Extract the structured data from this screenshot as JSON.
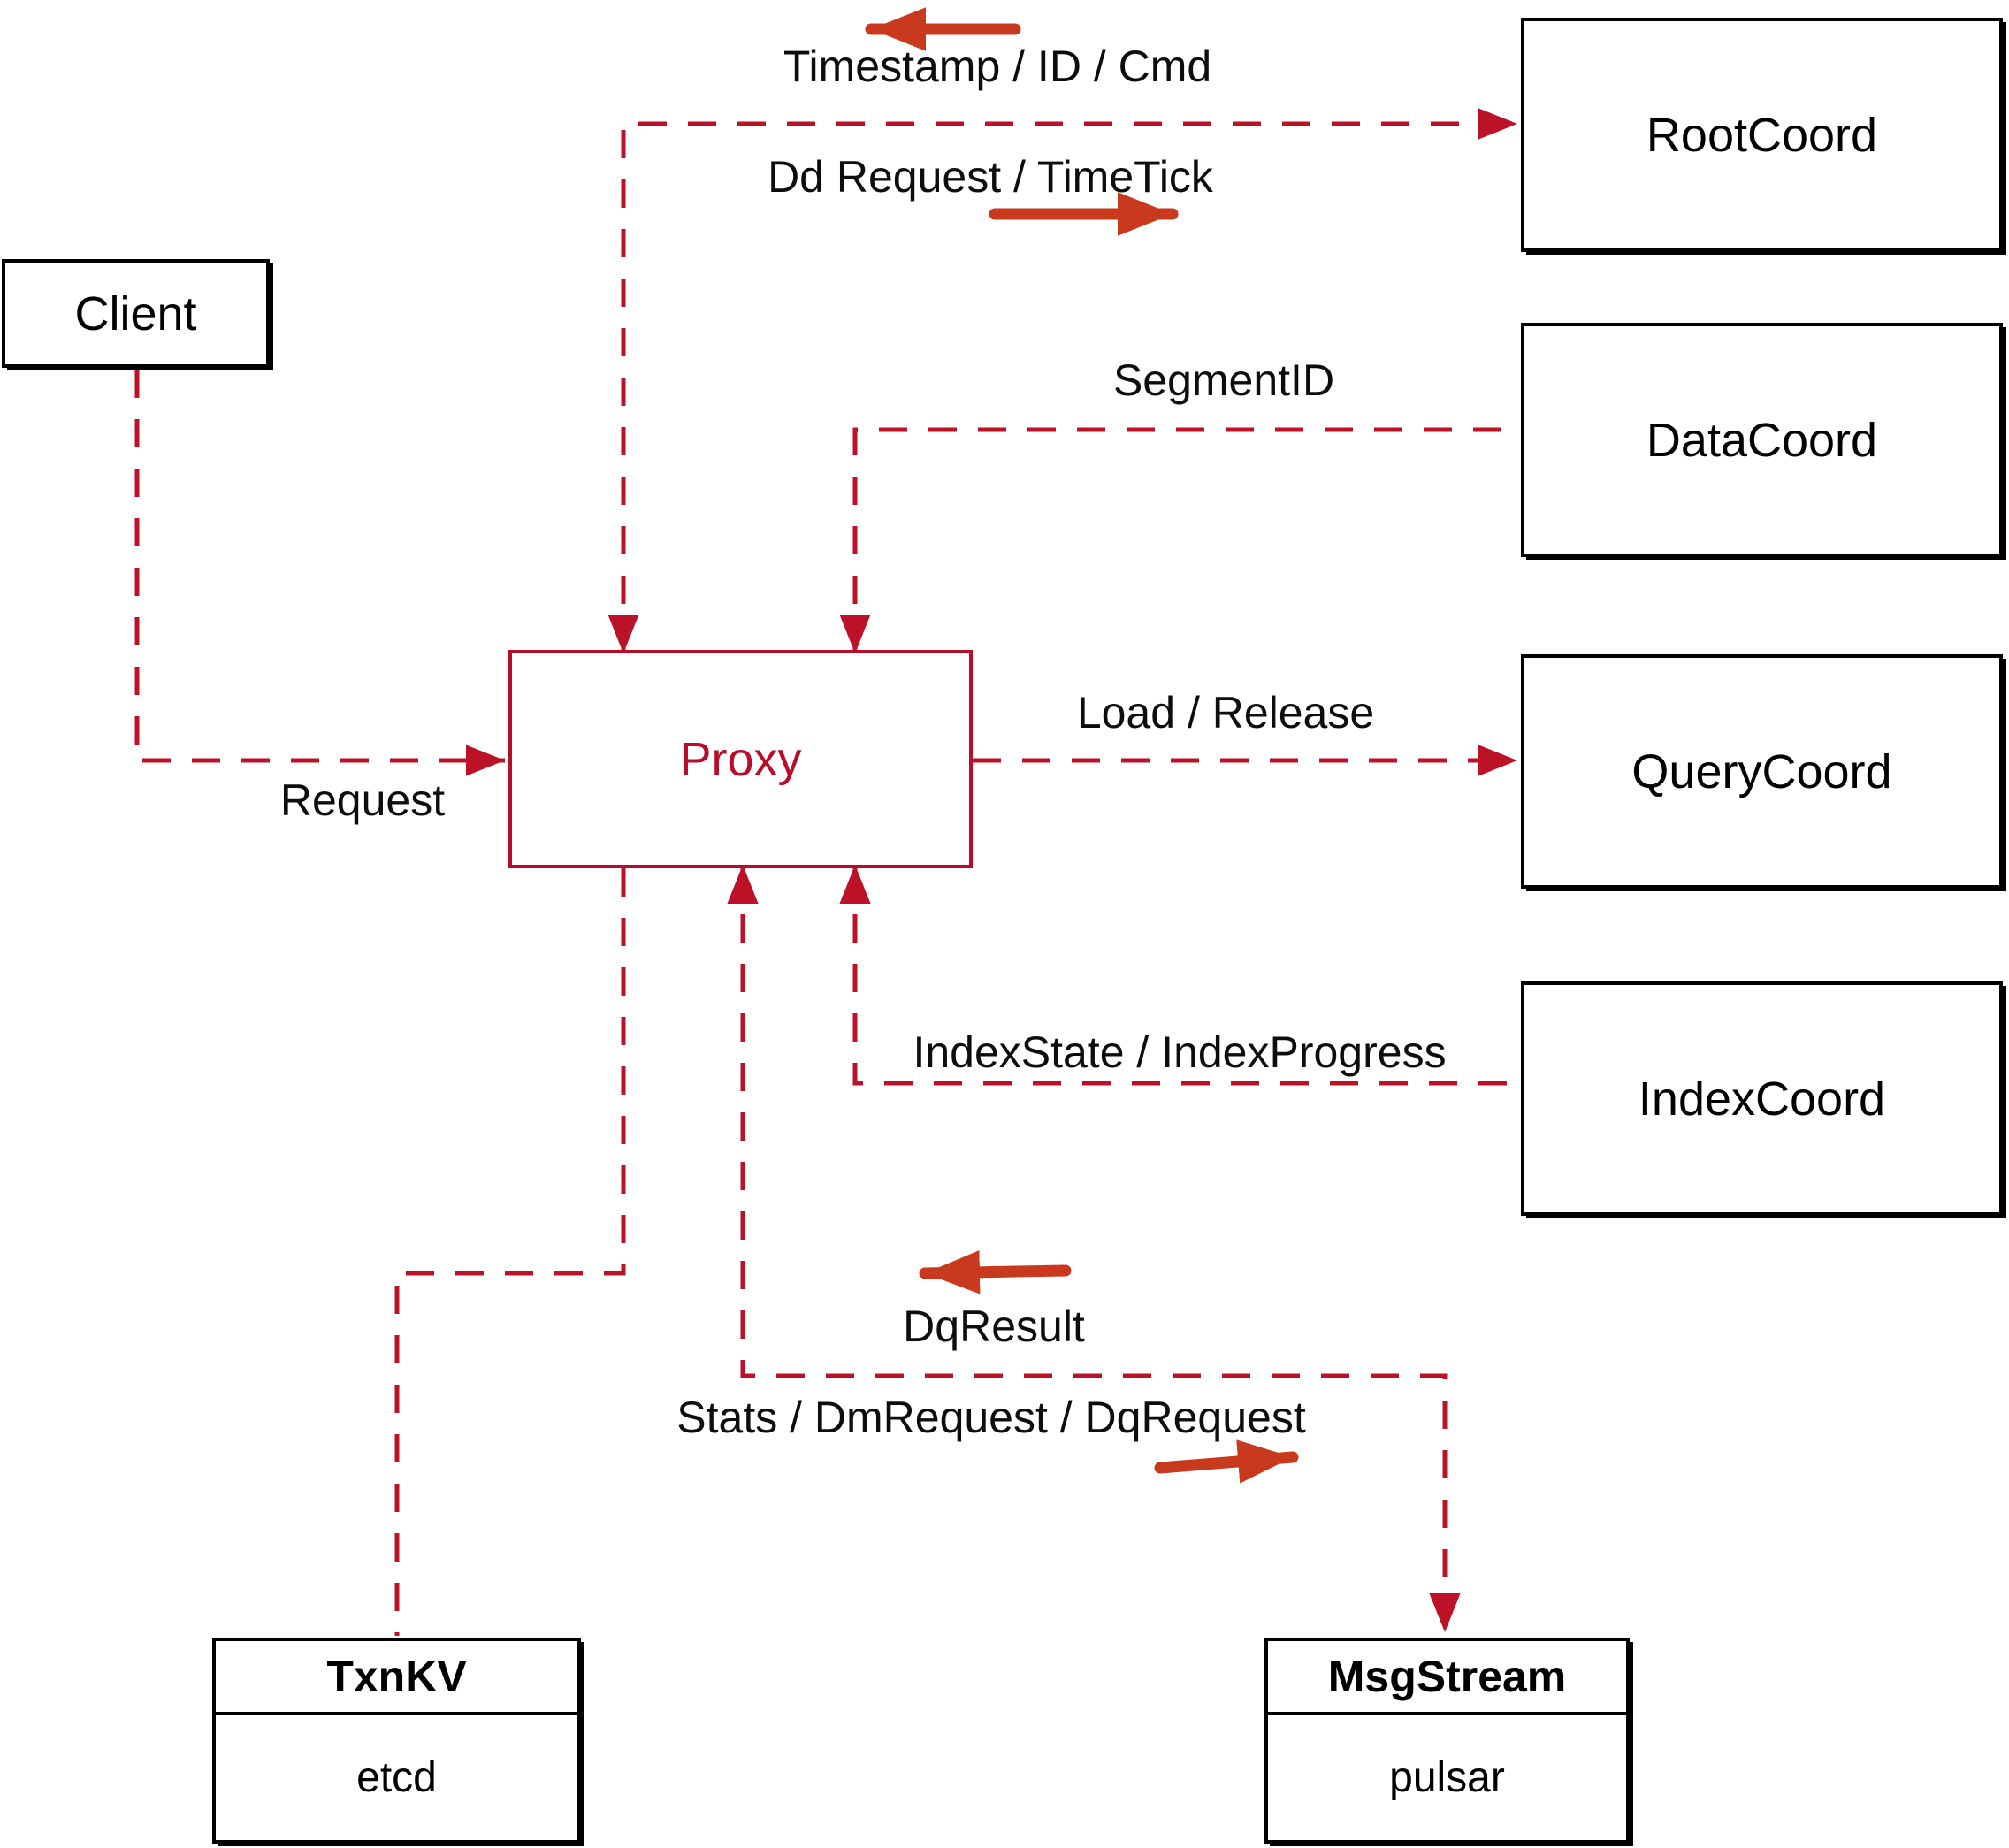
{
  "colors": {
    "line_red": "#bb1228",
    "proxy_red": "#b70d28",
    "arrow_red": "#c8391e",
    "box_border": "#000000"
  },
  "nodes": {
    "client": {
      "label": "Client"
    },
    "proxy": {
      "label": "Proxy"
    },
    "root_coord": {
      "label": "RootCoord"
    },
    "data_coord": {
      "label": "DataCoord"
    },
    "query_coord": {
      "label": "QueryCoord"
    },
    "index_coord": {
      "label": "IndexCoord"
    },
    "txn_kv": {
      "title": "TxnKV",
      "impl": "etcd"
    },
    "msg_stream": {
      "title": "MsgStream",
      "impl": "pulsar"
    }
  },
  "edge_labels": {
    "timestamp_id_cmd": "Timestamp / ID / Cmd",
    "dd_request_timetick": "Dd Request / TimeTick",
    "segment_id": "SegmentID",
    "load_release": "Load / Release",
    "index_state_progress": "IndexState / IndexProgress",
    "dq_result": "DqResult",
    "stats_dm_dq": "Stats / DmRequest / DqRequest",
    "request": "Request"
  }
}
